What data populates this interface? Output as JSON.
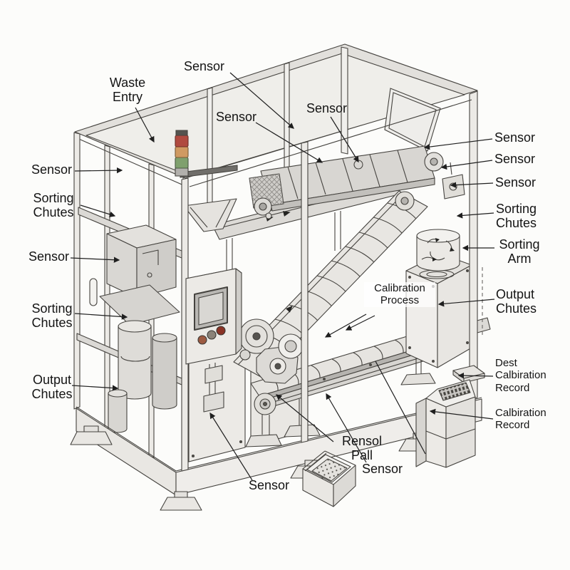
{
  "diagram": {
    "title": "Waste sorting machine labeled diagram",
    "callouts": [
      {
        "id": "waste-entry",
        "text": "Waste\nEntry"
      },
      {
        "id": "sensor-top-1",
        "text": "Sensor"
      },
      {
        "id": "sensor-top-2",
        "text": "Sensor"
      },
      {
        "id": "sensor-top-3",
        "text": "Sensor"
      },
      {
        "id": "sensor-left-1",
        "text": "Sensor"
      },
      {
        "id": "sorting-chutes-left-1",
        "text": "Sorting\nChutes"
      },
      {
        "id": "sensor-left-2",
        "text": "Sensor"
      },
      {
        "id": "sorting-chutes-left-2",
        "text": "Sorting\nChutes"
      },
      {
        "id": "output-chutes-left",
        "text": "Output\nChutes"
      },
      {
        "id": "sensor-right-1",
        "text": "Sensor"
      },
      {
        "id": "sensor-right-2",
        "text": "Sensor"
      },
      {
        "id": "sensor-right-3",
        "text": "Sensor"
      },
      {
        "id": "sorting-chutes-right",
        "text": "Sorting\nChutes"
      },
      {
        "id": "sorting-arm",
        "text": "Sorting\nArm"
      },
      {
        "id": "output-chutes-right",
        "text": "Output\nChutes"
      },
      {
        "id": "calibration-process",
        "text": "Calibration\nProcess"
      },
      {
        "id": "dest-calibration-record",
        "text": "Dest\nCalbiration\nRecord"
      },
      {
        "id": "calibration-record",
        "text": "Calbiration\nRecord"
      },
      {
        "id": "rensol-pall",
        "text": "Rensol\nPall"
      },
      {
        "id": "sensor-bottom-2",
        "text": "Sensor"
      },
      {
        "id": "sensor-bottom-1",
        "text": "Sensor"
      }
    ],
    "colors": {
      "light_red": "#b04a40",
      "light_amber": "#d09a62",
      "light_green": "#7fa06d",
      "button_brown": "#9c5a41",
      "button_gray": "#8a8278",
      "button_red": "#8a3325"
    }
  }
}
